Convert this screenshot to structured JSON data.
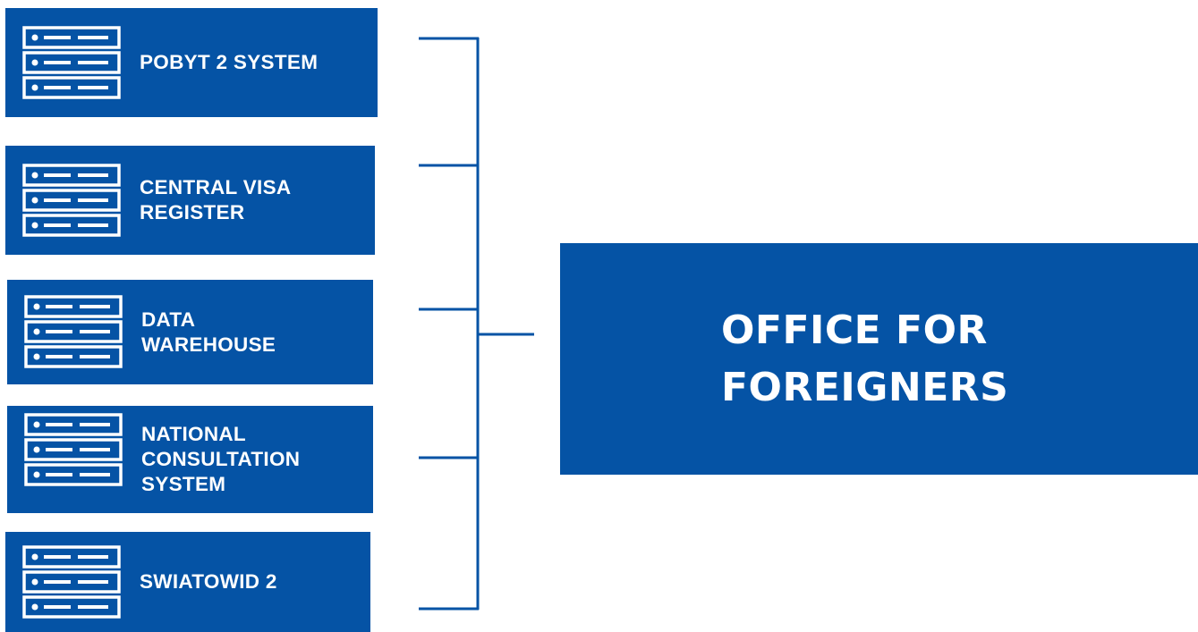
{
  "colors": {
    "box_fill": "#0553A5",
    "text": "#FFFFFF",
    "connector": "#0553A5",
    "background": "#FFFFFF"
  },
  "icon": "server-rack-icon",
  "systems": [
    {
      "label": "POBYT 2 SYSTEM"
    },
    {
      "label": "CENTRAL VISA\nREGISTER"
    },
    {
      "label": "DATA\nWAREHOUSE"
    },
    {
      "label": "NATIONAL\nCONSULTATION\nSYSTEM"
    },
    {
      "label": "SWIATOWID 2"
    }
  ],
  "target": {
    "label": "OFFICE FOR\nFOREIGNERS"
  }
}
